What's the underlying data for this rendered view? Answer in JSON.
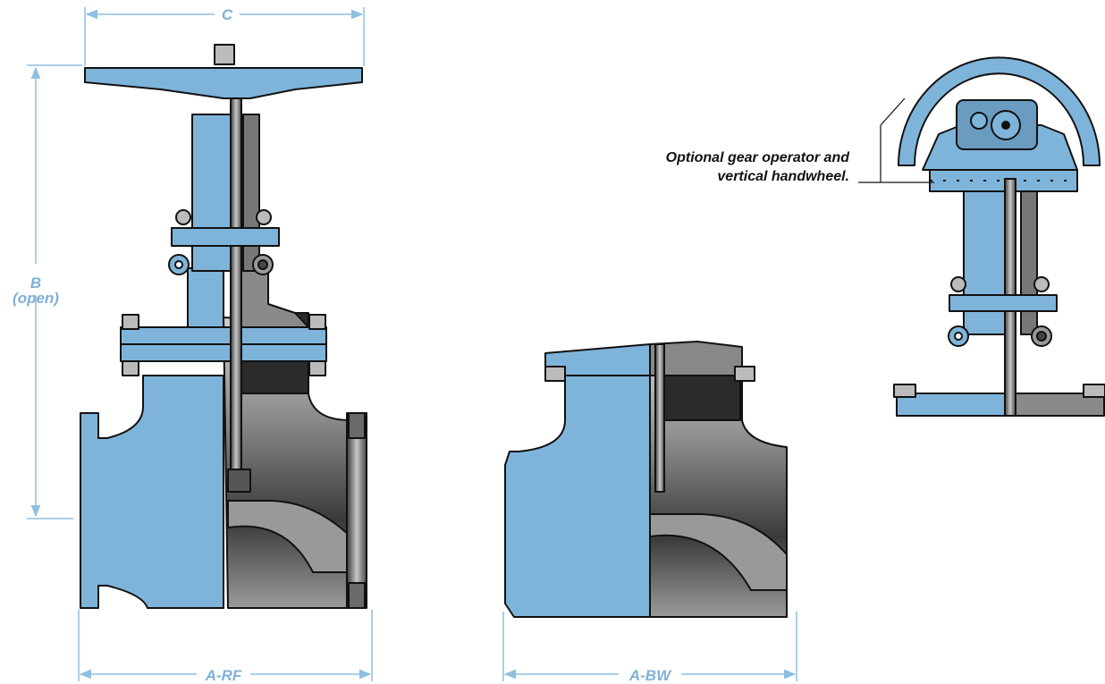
{
  "colors": {
    "body_fill": "#7fb4da",
    "dimension_line": "#8fbfe0",
    "steel_dark": "#2a2a2a",
    "steel_mid": "#7d7d7d",
    "steel_light": "#c4c4c4",
    "outline": "#111111"
  },
  "dimensions": {
    "c_label": "C",
    "b_label": "B",
    "b_sublabel": "(open)",
    "a_rf_label": "A-RF",
    "a_bw_label": "A-BW"
  },
  "callout": {
    "line1": "Optional gear operator and",
    "line2": "vertical handwheel."
  }
}
